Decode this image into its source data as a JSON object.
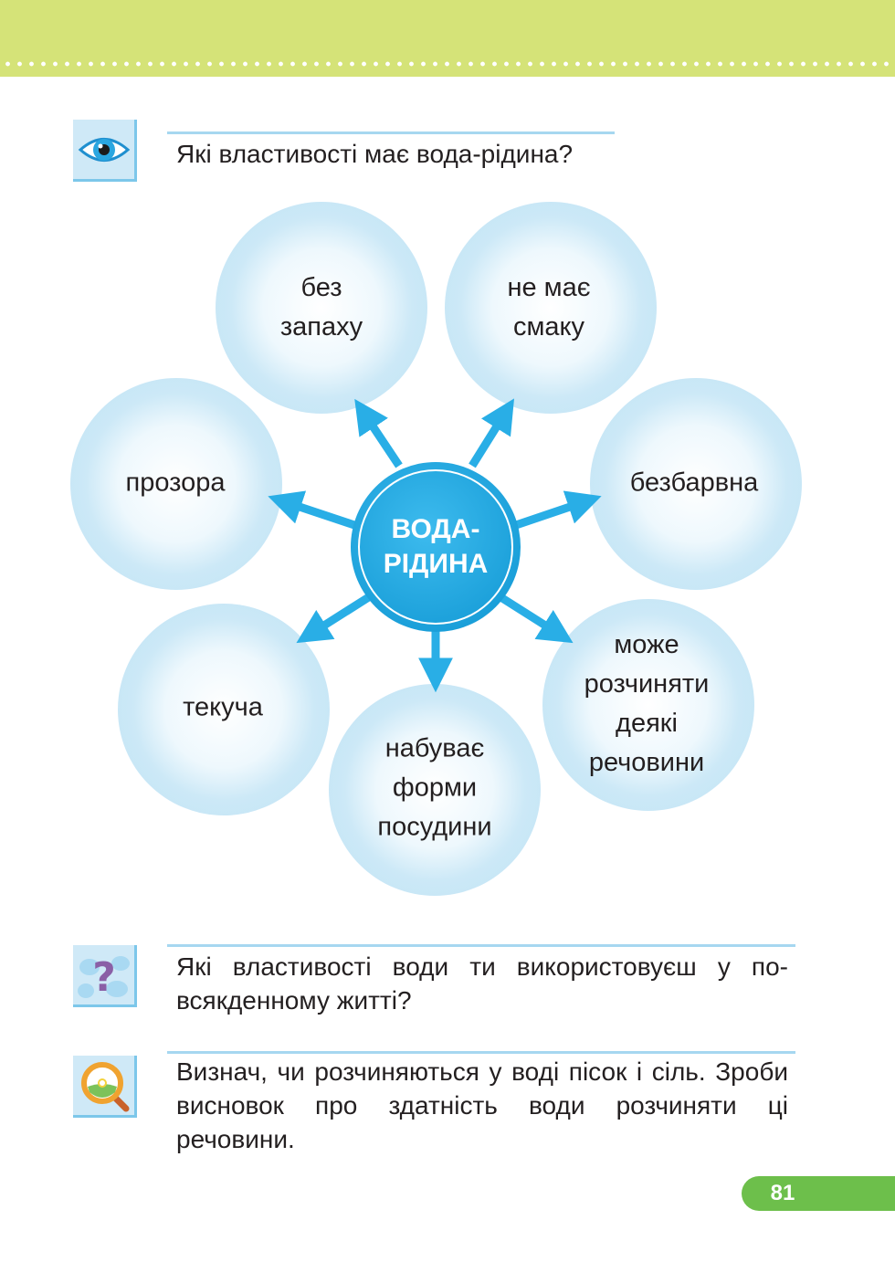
{
  "section1": {
    "question": "Які властивості має вода-рідина?"
  },
  "diagram": {
    "center": {
      "line1": "ВОДА-",
      "line2": "РІДИНА"
    },
    "bubbles": [
      {
        "line1": "без",
        "line2": "запаху"
      },
      {
        "line1": "не має",
        "line2": "смаку"
      },
      {
        "line1": "прозора"
      },
      {
        "line1": "безбарвна"
      },
      {
        "line1": "текуча"
      },
      {
        "line1": "набуває",
        "line2": "форми",
        "line3": "посудини"
      },
      {
        "line1": "може",
        "line2": "розчиняти",
        "line3": "деякі",
        "line4": "речовини"
      }
    ]
  },
  "section2": {
    "question": "Які властивості води ти використовуєш у по-всякденному житті?"
  },
  "section3": {
    "task": "Визнач, чи розчиняються у воді пісок і сіль. Зроби висновок про здатність води розчиняти ці речовини."
  },
  "page": {
    "number": "81"
  },
  "colors": {
    "header_band": "#d5e378",
    "rule": "#a6d7f0",
    "center_circle": "#1fa8e0",
    "arrow": "#29aee6",
    "page_tab": "#6dbf4b"
  },
  "icons": {
    "section1": "eye-icon",
    "section2": "question-mark-icon",
    "section3": "magnifier-icon"
  }
}
